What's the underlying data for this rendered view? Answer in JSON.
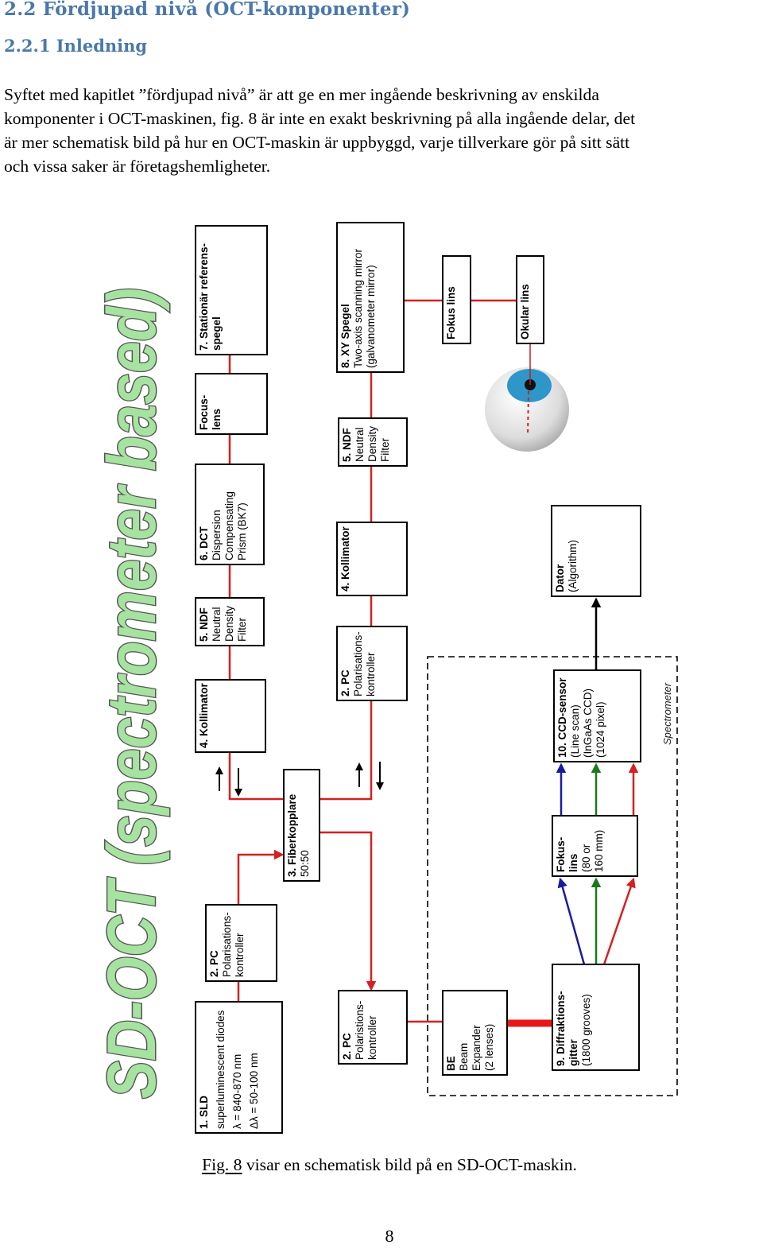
{
  "heading": "2.2 Fördjupad nivå (OCT-komponenter)",
  "subheading": "2.2.1 Inledning",
  "paragraph_lines": [
    "Syftet med kapitlet ”fördjupad nivå” är att ge en mer ingående beskrivning av enskilda",
    "komponenter i OCT-maskinen, fig. 8 är inte en exakt beskrivning på alla ingående delar, det",
    "är mer schematisk bild på hur en OCT-maskin är uppbyggd, varje tillverkare gör på sitt sätt",
    "och vissa saker är företagshemligheter."
  ],
  "diagram": {
    "title": "SD-OCT (spectrometer based)",
    "spectrometer_label": "Spectrometer",
    "colors": {
      "beam": "#d42020",
      "blue": "#1a1aa0",
      "green": "#1a7a1a",
      "title_fill": "#a6e3a0"
    },
    "boxes": {
      "ref_mirror": [
        "7. Stationär referens-",
        "spegel"
      ],
      "focus_lens_ref": [
        "Focus-",
        "lens"
      ],
      "dct": [
        "6. DCT",
        "Dispersion",
        "Compensating",
        "Prism (BK7)"
      ],
      "ndf_ref": [
        "5. NDF",
        "Neutral",
        "Density",
        "Filter"
      ],
      "collimator_ref": [
        "4. Kollimator"
      ],
      "fiber_coupler": [
        "3. Fiberkopplare",
        "50:50"
      ],
      "pc_source": [
        "2. PC",
        "Polarisations-",
        "kontroller"
      ],
      "sld": [
        "1. SLD",
        "superluminescent  diodes",
        "λ = 840-870 nm",
        "Δλ  = 50-100 nm"
      ],
      "xy_mirror": [
        "8. XY Spegel",
        "Two-axis scanning mirror",
        "(galvanometer mirror)"
      ],
      "ndf_sample": [
        "5. NDF",
        "Neutral",
        "Density",
        "Filter"
      ],
      "collimator_sample": [
        "4. Kollimator"
      ],
      "pc_sample": [
        "2. PC",
        "Polarisations-",
        "kontroller"
      ],
      "pc_detector": [
        "2. PC",
        "Polaristions-",
        "kontroller"
      ],
      "beam_expander": [
        "BE",
        "Beam",
        "Expander",
        "(2 lenses)"
      ],
      "grating": [
        "9. Diffraktions-",
        "gitter",
        "(1800 grooves)"
      ],
      "focus_lens_spec": [
        "Fokus-",
        "lins",
        "(80 or",
        "160 mm)"
      ],
      "ccd": [
        "10. CCD-sensor",
        "(Line scan)",
        "(InGaAs  CCD)",
        "(1024 pixel)"
      ],
      "computer": [
        "Dator",
        "(Algorithm)"
      ],
      "focus_lens_eye": [
        "Fokus lins"
      ],
      "ocular_lens": [
        "Okular lins"
      ]
    }
  },
  "caption": {
    "ref": "Fig. 8",
    "text": " visar en schematisk bild på en SD-OCT-maskin."
  },
  "page_number": "8"
}
